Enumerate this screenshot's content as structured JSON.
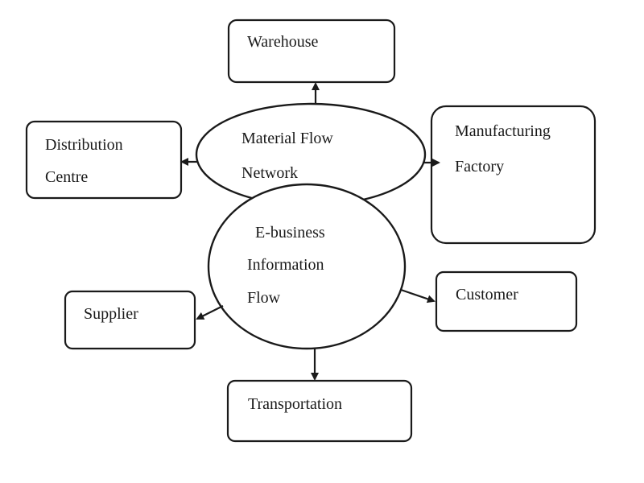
{
  "diagram": {
    "nodes": {
      "warehouse": {
        "lines": [
          "Warehouse"
        ]
      },
      "distribution_centre": {
        "lines": [
          "Distribution",
          "Centre"
        ]
      },
      "manufacturing_factory": {
        "lines": [
          "Manufacturing",
          "Factory"
        ]
      },
      "supplier": {
        "lines": [
          "Supplier"
        ]
      },
      "customer": {
        "lines": [
          "Customer"
        ]
      },
      "transportation": {
        "lines": [
          "Transportation"
        ]
      },
      "material_flow_network": {
        "lines": [
          "Material Flow",
          "Network"
        ]
      },
      "ebusiness_information_flow": {
        "lines": [
          "E-business",
          "Information",
          "Flow"
        ]
      }
    },
    "colors": {
      "stroke": "#1a1a1a",
      "background": "#ffffff"
    }
  }
}
